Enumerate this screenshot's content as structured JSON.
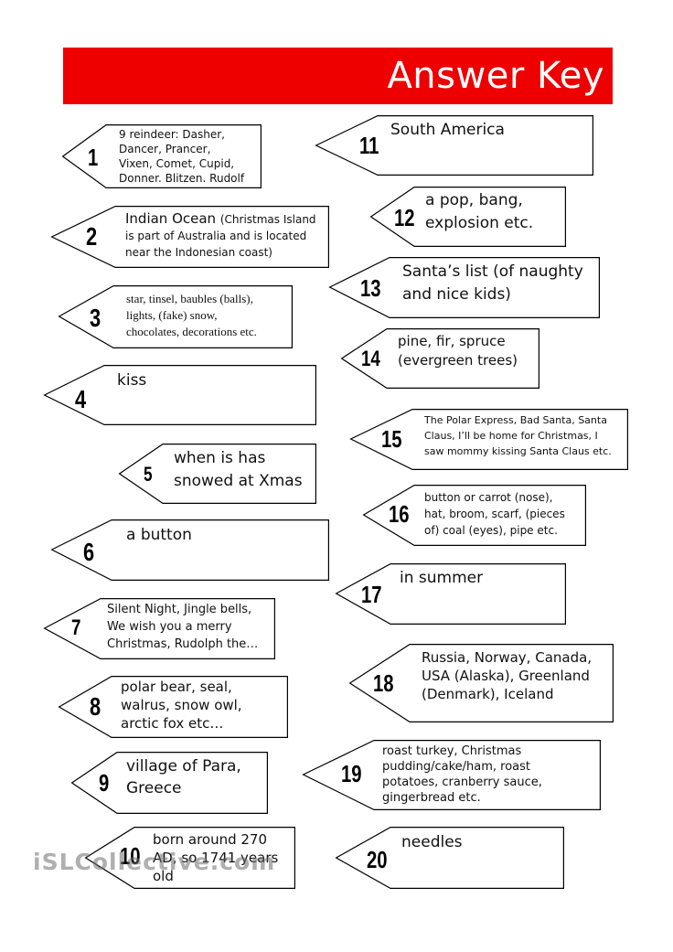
{
  "header": {
    "title": "Answer Key",
    "color": "#ee0000"
  },
  "watermark": {
    "text": "iSLCollective.com"
  },
  "answers": [
    {
      "num": "1",
      "text": "9 reindeer: Dasher,\nDancer, Prancer,\nVixen, Comet, Cupid,\nDonner. Blitzen. Rudolf"
    },
    {
      "num": "2",
      "text": "Indian Ocean ",
      "note": "(Christmas Island\nis part of Australia and is located\nnear the Indonesian coast)"
    },
    {
      "num": "3",
      "text": "star, tinsel, baubles (balls),\nlights,  (fake) snow,\nchocolates, decorations etc."
    },
    {
      "num": "4",
      "text": "kiss"
    },
    {
      "num": "5",
      "text": "when is has\nsnowed at Xmas"
    },
    {
      "num": "6",
      "text": "a button"
    },
    {
      "num": "7",
      "text": "Silent Night, Jingle bells,\nWe wish you a merry\nChristmas, Rudolph the…"
    },
    {
      "num": "8",
      "text": "polar bear, seal,\nwalrus, snow owl,\narctic fox etc…"
    },
    {
      "num": "9",
      "text": "village of Para,\nGreece"
    },
    {
      "num": "10",
      "text": "born around 270\nAD, so 1741 years\nold"
    },
    {
      "num": "11",
      "text": "South America"
    },
    {
      "num": "12",
      "text": "a pop, bang,\nexplosion etc."
    },
    {
      "num": "13",
      "text": "Santa’s list (of naughty\nand nice kids)"
    },
    {
      "num": "14",
      "text": "pine, fir, spruce\n(evergreen trees)"
    },
    {
      "num": "15",
      "text": "The Polar Express, Bad Santa, Santa\nClaus, I’ll be home for Christmas, I\nsaw mommy kissing Santa Claus etc."
    },
    {
      "num": "16",
      "text": "button or carrot (nose),\nhat, broom, scarf, (pieces\nof) coal (eyes), pipe etc."
    },
    {
      "num": "17",
      "text": "in summer"
    },
    {
      "num": "18",
      "text": "Russia, Norway, Canada,\nUSA (Alaska), Greenland\n(Denmark), Iceland"
    },
    {
      "num": "19",
      "text": "roast turkey, Christmas\npudding/cake/ham, roast\npotatoes, cranberry sauce,\ngingerbread etc."
    },
    {
      "num": "20",
      "text": "needles"
    }
  ]
}
